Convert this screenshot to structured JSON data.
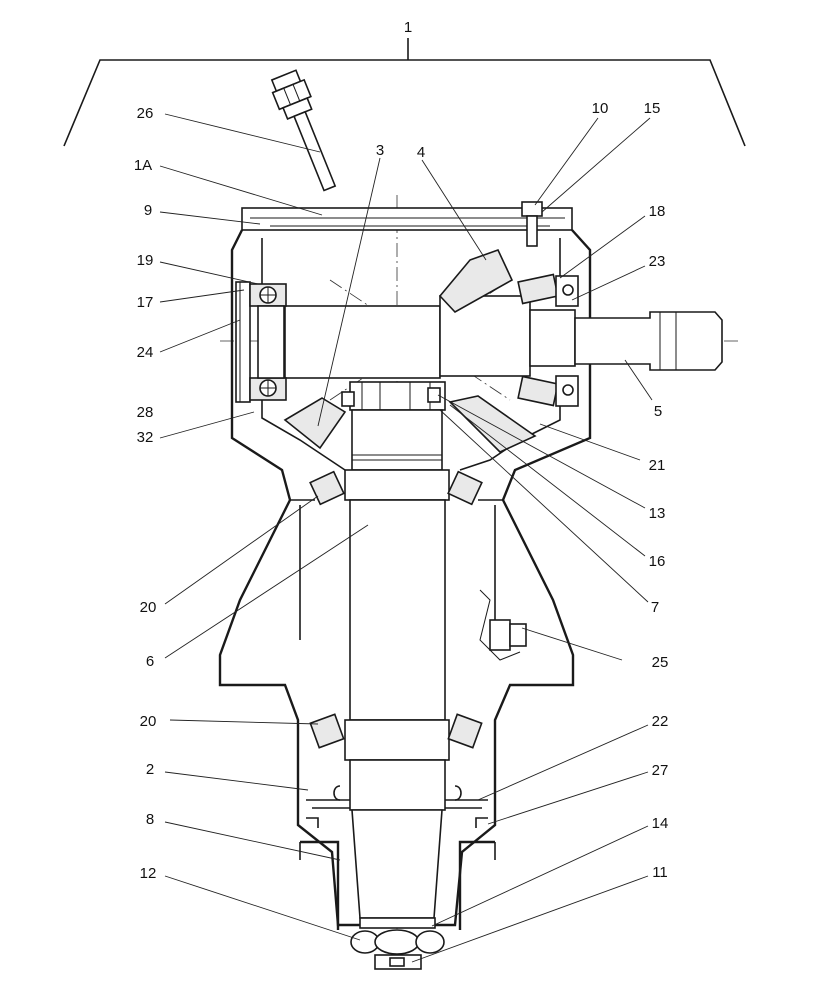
{
  "diagram": {
    "callouts": [
      {
        "id": "c1",
        "label": "1"
      },
      {
        "id": "c26",
        "label": "26"
      },
      {
        "id": "c1A",
        "label": "1A"
      },
      {
        "id": "c3",
        "label": "3"
      },
      {
        "id": "c4",
        "label": "4"
      },
      {
        "id": "c10",
        "label": "10"
      },
      {
        "id": "c15",
        "label": "15"
      },
      {
        "id": "c9",
        "label": "9"
      },
      {
        "id": "c18",
        "label": "18"
      },
      {
        "id": "c19",
        "label": "19"
      },
      {
        "id": "c23",
        "label": "23"
      },
      {
        "id": "c17",
        "label": "17"
      },
      {
        "id": "c24",
        "label": "24"
      },
      {
        "id": "c5",
        "label": "5"
      },
      {
        "id": "c28",
        "label": "28"
      },
      {
        "id": "c32",
        "label": "32"
      },
      {
        "id": "c21",
        "label": "21"
      },
      {
        "id": "c13",
        "label": "13"
      },
      {
        "id": "c16",
        "label": "16"
      },
      {
        "id": "c20a",
        "label": "20"
      },
      {
        "id": "c7",
        "label": "7"
      },
      {
        "id": "c6",
        "label": "6"
      },
      {
        "id": "c25",
        "label": "25"
      },
      {
        "id": "c20b",
        "label": "20"
      },
      {
        "id": "c22",
        "label": "22"
      },
      {
        "id": "c2",
        "label": "2"
      },
      {
        "id": "c27",
        "label": "27"
      },
      {
        "id": "c8",
        "label": "8"
      },
      {
        "id": "c14",
        "label": "14"
      },
      {
        "id": "c12",
        "label": "12"
      },
      {
        "id": "c11",
        "label": "11"
      }
    ]
  }
}
